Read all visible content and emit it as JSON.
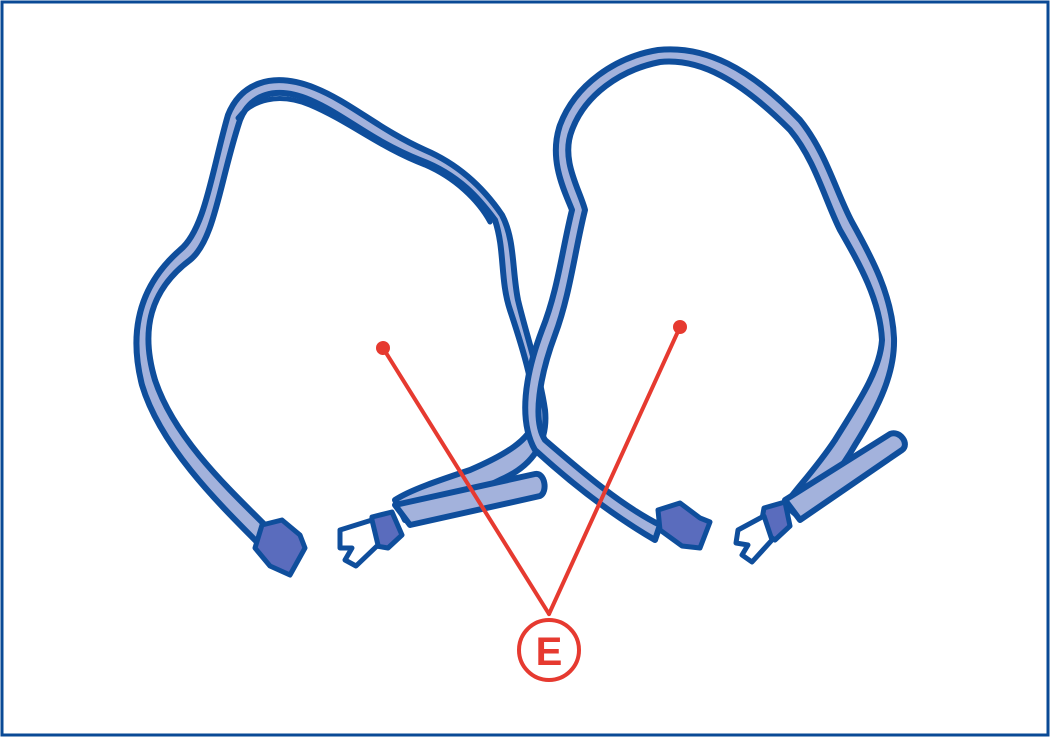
{
  "diagram": {
    "callout": {
      "label": "E",
      "color": "#e63a30"
    },
    "colors": {
      "border": "#0a4a96",
      "strap_outline": "#0f4e9c",
      "strap_fill": "#a3b2dc",
      "buckle_fill": "#5a6cbd",
      "background": "#ffffff"
    },
    "parts": [
      {
        "name": "left-strap"
      },
      {
        "name": "right-strap"
      }
    ]
  }
}
